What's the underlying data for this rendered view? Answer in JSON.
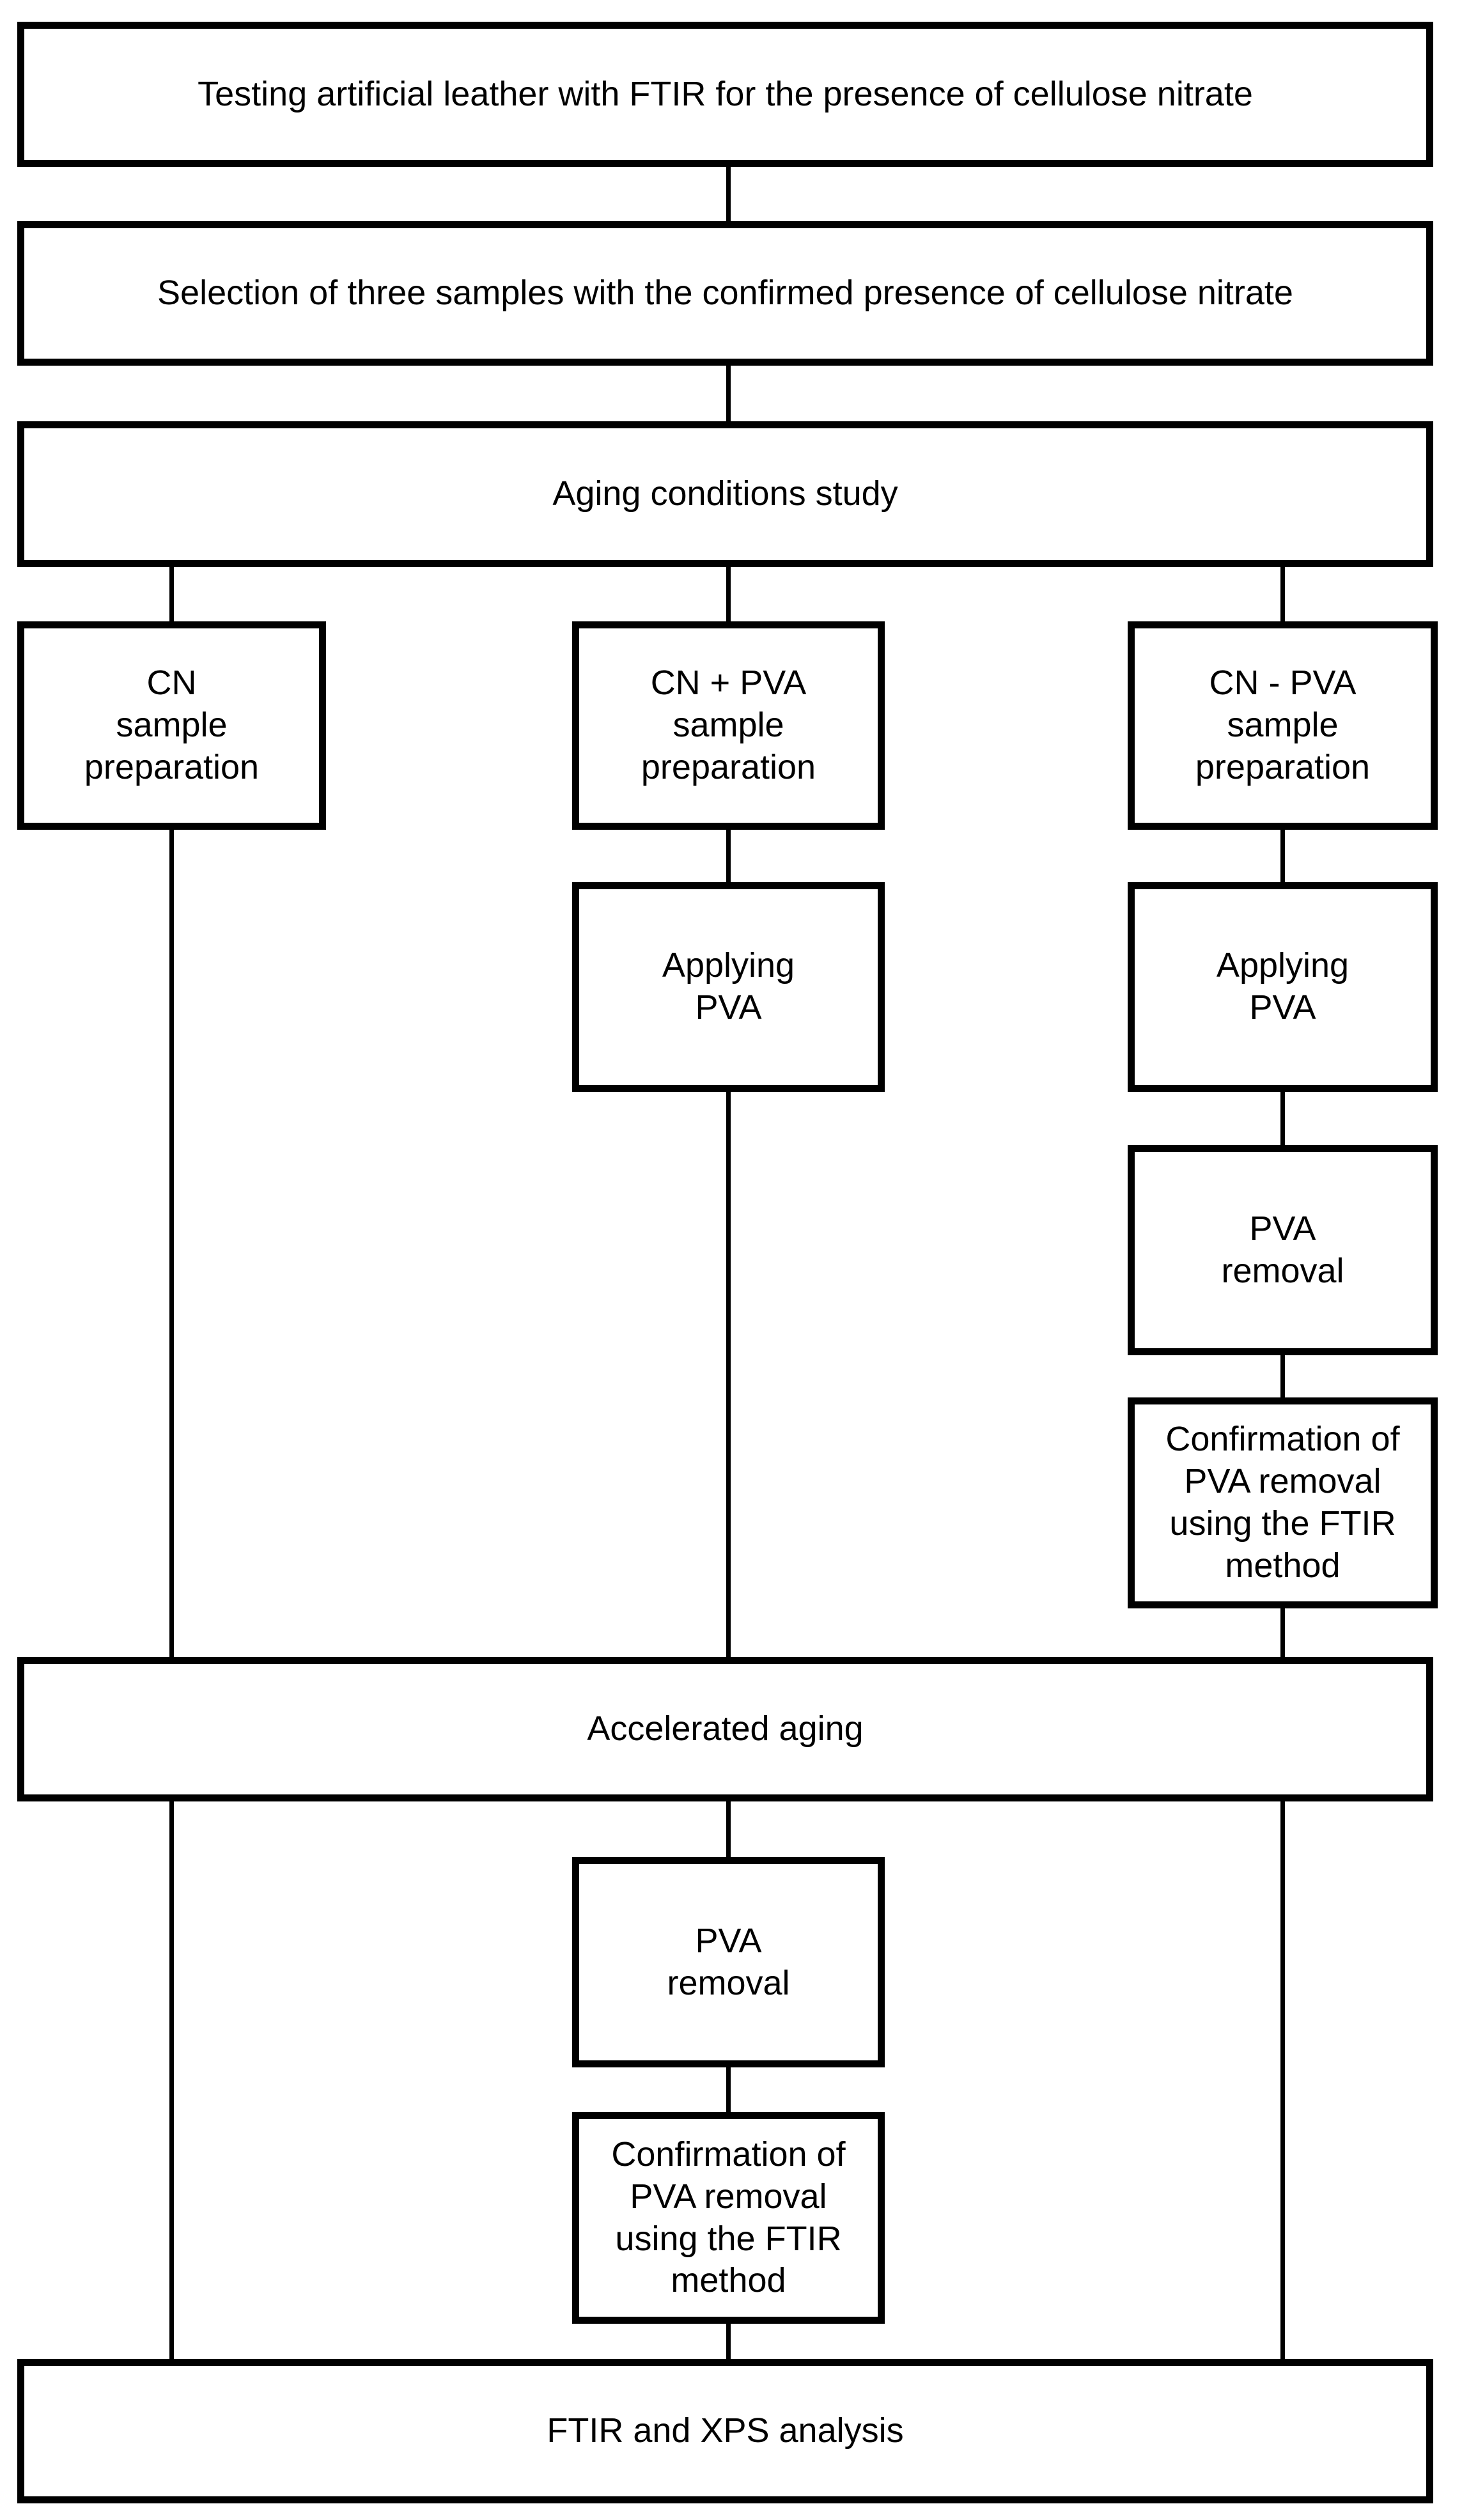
{
  "diagram": {
    "type": "flowchart",
    "colors": {
      "border": "#000000",
      "background": "#ffffff",
      "text": "#000000"
    },
    "nodes": {
      "testing": {
        "label": "Testing artificial leather with FTIR for the presence of cellulose nitrate"
      },
      "selection": {
        "label": "Selection of three samples with the confirmed presence of cellulose nitrate"
      },
      "aging_conditions": {
        "label": "Aging conditions study"
      },
      "cn_prep": {
        "label": "CN\nsample\npreparation"
      },
      "cn_plus_pva_prep": {
        "label": "CN + PVA\nsample\npreparation"
      },
      "cn_minus_pva_prep": {
        "label": "CN - PVA\nsample\npreparation"
      },
      "applying_pva_mid": {
        "label": "Applying\nPVA"
      },
      "applying_pva_right": {
        "label": "Applying\nPVA"
      },
      "pva_removal_right": {
        "label": "PVA\nremoval"
      },
      "confirmation_right": {
        "label": "Confirmation of\nPVA removal\nusing the FTIR\nmethod"
      },
      "accelerated_aging": {
        "label": "Accelerated aging"
      },
      "pva_removal_mid": {
        "label": "PVA\nremoval"
      },
      "confirmation_mid": {
        "label": "Confirmation of\nPVA removal\nusing the FTIR\nmethod"
      },
      "ftir_xps": {
        "label": "FTIR and XPS analysis"
      }
    }
  }
}
